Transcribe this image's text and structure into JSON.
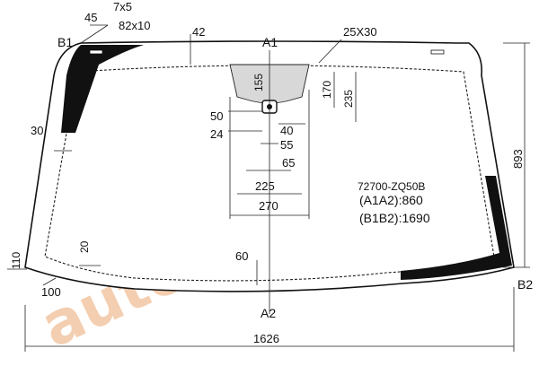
{
  "watermark": "autotrade.su",
  "part_number": "72700-ZQ50B",
  "measure_a": "(A1A2):860",
  "measure_b": "(B1B2):1690",
  "points": {
    "a1": "A1",
    "a2": "A2",
    "b1": "B1",
    "b2": "B2"
  },
  "dimensions": {
    "d45": "45",
    "d7x5": "7x5",
    "d82x10": "82x10",
    "d42": "42",
    "d25x30": "25X30",
    "d155": "155",
    "d170": "170",
    "d235": "235",
    "d50": "50",
    "d24": "24",
    "d40": "40",
    "d55": "55",
    "d65": "65",
    "d225": "225",
    "d270": "270",
    "d30": "30",
    "d893": "893",
    "d110": "110",
    "d20": "20",
    "d100": "100",
    "d60": "60",
    "d1626": "1626"
  }
}
